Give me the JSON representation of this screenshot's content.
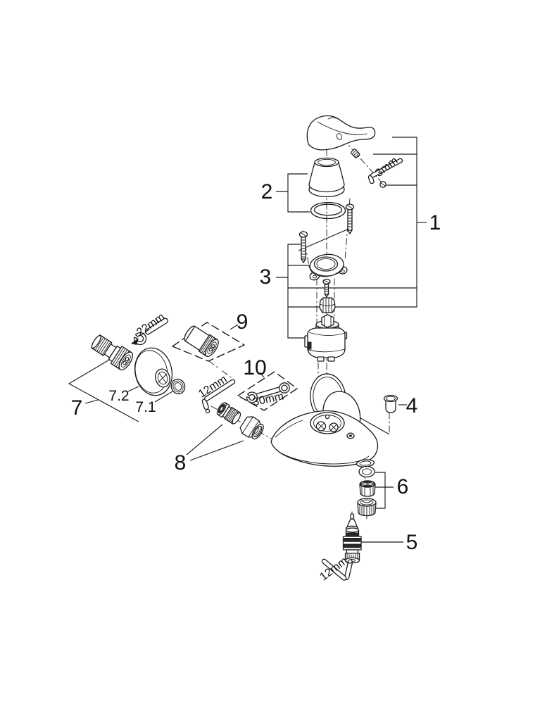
{
  "diagram": {
    "background_color": "#ffffff",
    "line_color": "#1b1b1b",
    "callouts": {
      "c1": "1",
      "c2": "2",
      "c3": "3",
      "c4": "4",
      "c5": "5",
      "c6": "6",
      "c7": "7",
      "c7_1": "7.1",
      "c7_2": "7.2",
      "c8": "8",
      "c9": "9",
      "c10": "10"
    },
    "tool_sizes": {
      "allen_key_3mm": "3mm",
      "open_end_wrench_22mm": "22mm",
      "allen_key_12mm_upper": "12mm",
      "combination_wrench_30mm": "30mm",
      "allen_key_12mm_lower": "12mm"
    }
  }
}
